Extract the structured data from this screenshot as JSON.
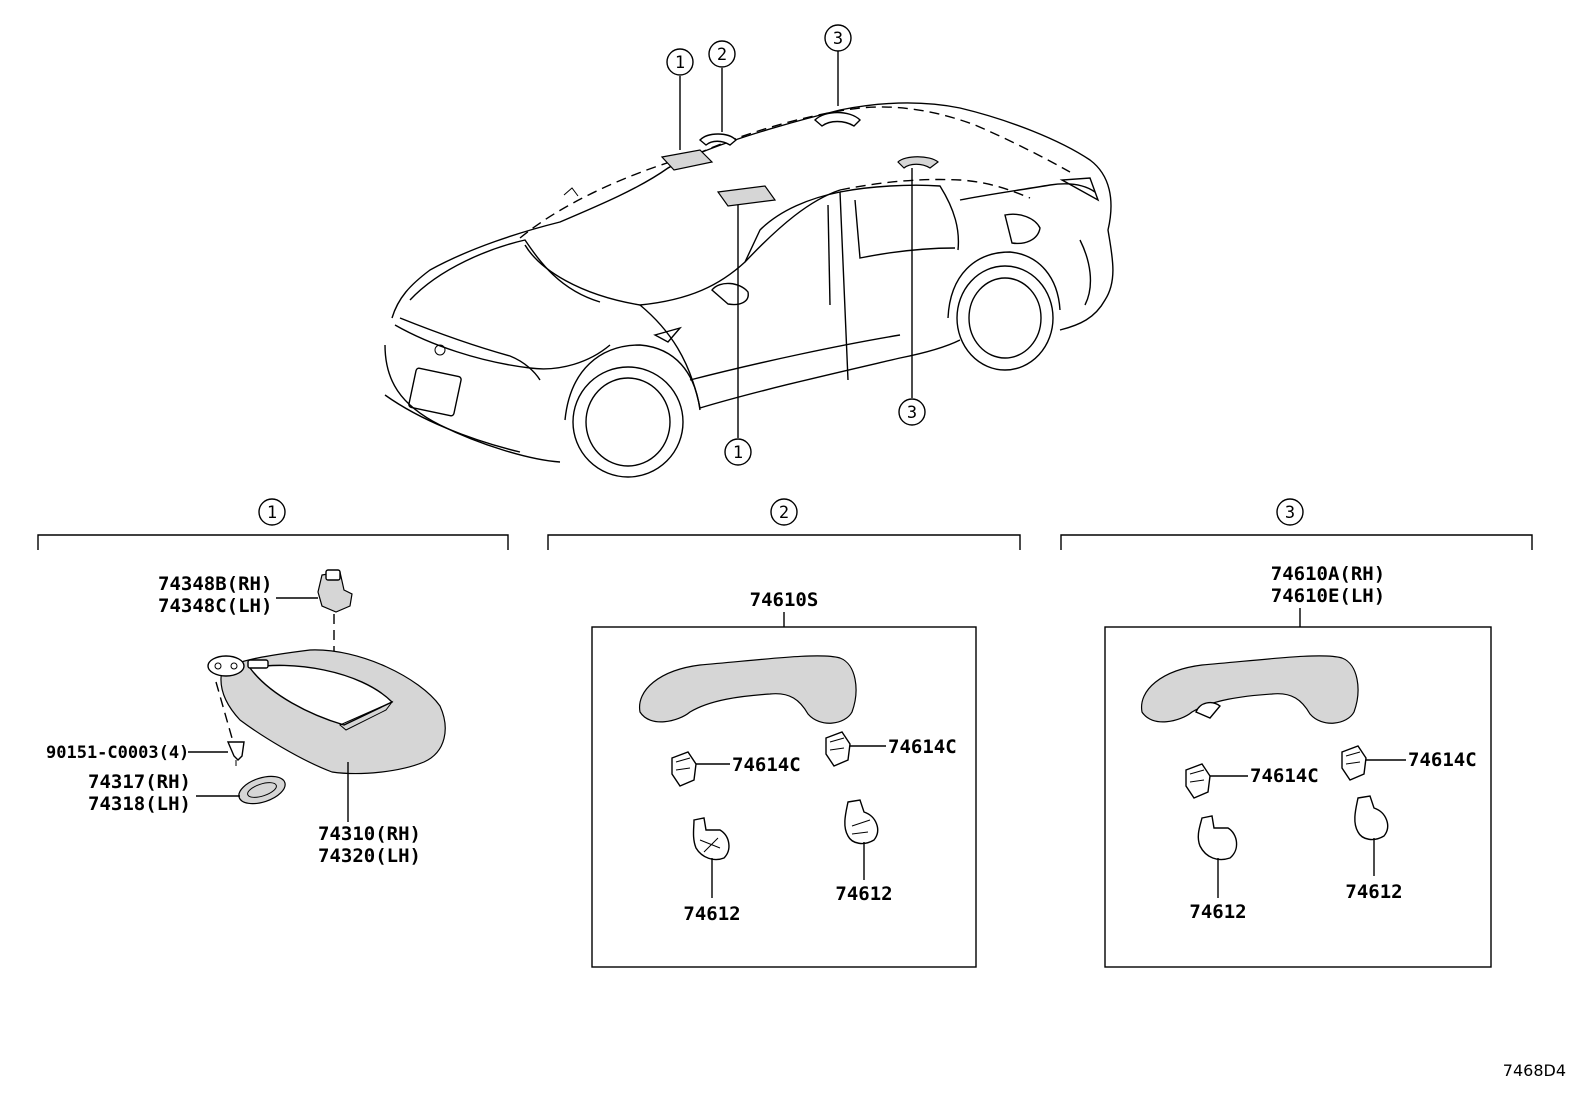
{
  "callouts": {
    "c1": "1",
    "c2": "2",
    "c3": "3"
  },
  "sections": [
    {
      "id": "1",
      "parts": {
        "stay_rh": "74348B(RH)",
        "stay_lh": "74348C(LH)",
        "screw": "90151-C0003(4)",
        "holder_rh": "74317(RH)",
        "holder_lh": "74318(LH)",
        "visor_rh": "74310(RH)",
        "visor_lh": "74320(LH)"
      }
    },
    {
      "id": "2",
      "parts": {
        "grip_assy": "74610S",
        "clip_left": "74614C",
        "clip_right": "74614C",
        "cover_left": "74612",
        "cover_right": "74612"
      }
    },
    {
      "id": "3",
      "parts": {
        "grip_rh": "74610A(RH)",
        "grip_lh": "74610E(LH)",
        "clip_left": "74614C",
        "clip_right": "74614C",
        "cover_left": "74612",
        "cover_right": "74612"
      }
    }
  ],
  "diagram_ref": "7468D4"
}
